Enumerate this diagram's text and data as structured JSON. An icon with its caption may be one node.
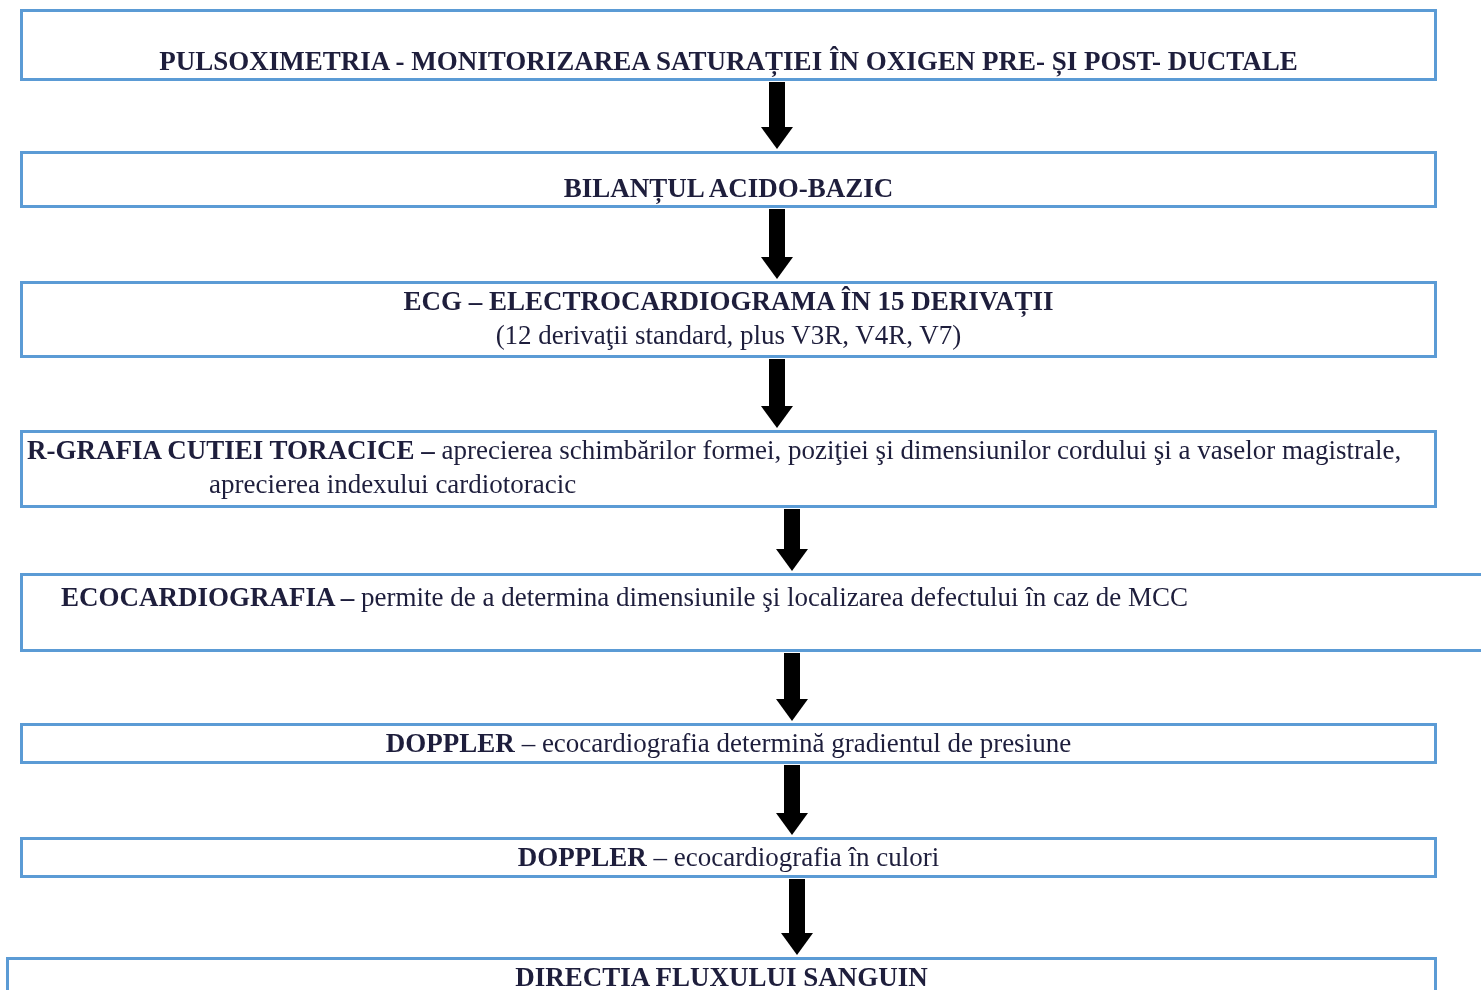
{
  "diagram": {
    "nodes": [
      {
        "text": [
          "PULSOXIMETRIA - MONITORIZAREA SATURAȚIEI ÎN OXIGEN PRE- ȘI POST- DUCTALE"
        ]
      },
      {
        "text": [
          "BILANȚUL ACIDO-BAZIC"
        ]
      },
      {
        "text": [
          "ECG – ELECTROCARDIOGRAMA ÎN 15 DERIVAȚII",
          "(12 derivaţii standard, plus V3R, V4R, V7)"
        ]
      },
      {
        "text": [
          "**R-GRAFIA CUTIEI TORACICE –** aprecierea schimbărilor formei, poziţiei şi dimensiunilor cordului şi a vaselor magistrale, aprecierea indexului cardiotoracic"
        ]
      },
      {
        "text": [
          "**ECOCARDIOGRAFIA –** permite de a determina dimensiunile şi localizarea defectului în caz de MCC"
        ]
      },
      {
        "text": [
          "**DOPPLER** – ecocardiografia determină gradientul de presiune"
        ]
      },
      {
        "text": [
          "**DOPPLER** – ecocardiografia în culori"
        ]
      },
      {
        "text": [
          "DIRECTIA FLUXULUI SANGUIN"
        ]
      }
    ],
    "edges": [
      {
        "from": 0,
        "to": 1,
        "arrow": "to"
      },
      {
        "from": 1,
        "to": 2,
        "arrow": "to"
      },
      {
        "from": 2,
        "to": 3,
        "arrow": "to"
      },
      {
        "from": 3,
        "to": 4,
        "arrow": "to"
      },
      {
        "from": 4,
        "to": 5,
        "arrow": "to"
      },
      {
        "from": 5,
        "to": 6,
        "arrow": "to"
      },
      {
        "from": 6,
        "to": 7,
        "arrow": "to"
      }
    ]
  }
}
